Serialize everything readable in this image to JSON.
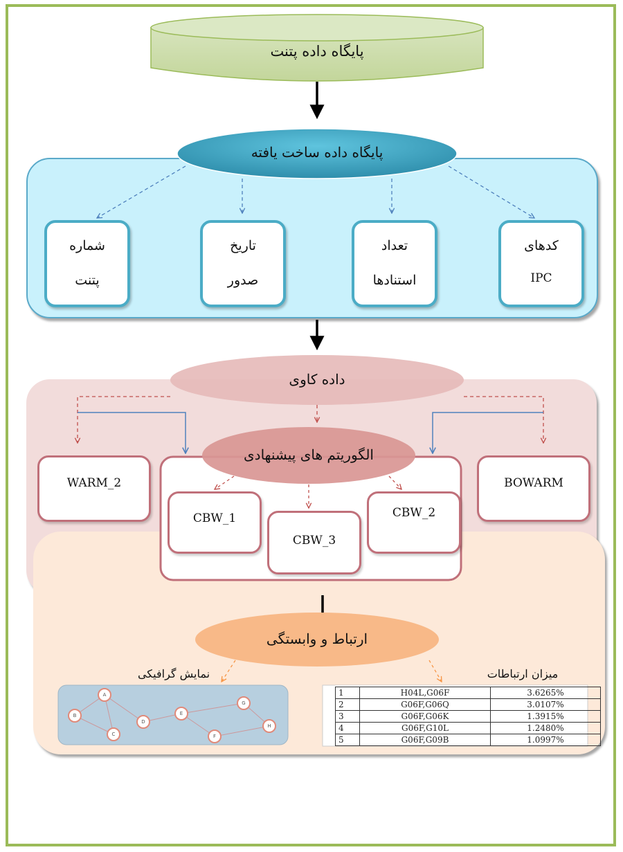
{
  "database": {
    "label": "پایگاه داده پتنت"
  },
  "structured_db": {
    "label": "پایگاه داده ساخت یافته"
  },
  "fields": [
    {
      "line1": "شماره",
      "line2": "پتنت"
    },
    {
      "line1": "تاریخ",
      "line2": "صدور"
    },
    {
      "line1": "تعداد",
      "line2": "استنادها"
    },
    {
      "line1": "کدهای",
      "line2": "IPC"
    }
  ],
  "data_mining": {
    "label": "داده کاوی"
  },
  "proposed": {
    "label": "الگوریتم های پیشنهادی"
  },
  "algorithms": {
    "warm2": "WARM_2",
    "bowarm": "BOWARM",
    "cbw1": "CBW_1",
    "cbw2": "CBW_2",
    "cbw3": "CBW_3"
  },
  "association": {
    "label": "ارتباط و وابستگی"
  },
  "graphic": {
    "title": "نمایش گرافیکی",
    "nodes": [
      "A",
      "B",
      "C",
      "D",
      "E",
      "F",
      "G",
      "H"
    ]
  },
  "relations": {
    "title": "میزان ارتباطات",
    "rows": [
      {
        "n": "1",
        "pair": "H04L,G06F",
        "value": "3.6265%"
      },
      {
        "n": "2",
        "pair": "G06F,G06Q",
        "value": "3.0107%"
      },
      {
        "n": "3",
        "pair": "G06F,G06K",
        "value": "1.3915%"
      },
      {
        "n": "4",
        "pair": "G06F,G10L",
        "value": "1.2480%"
      },
      {
        "n": "5",
        "pair": "G06F,G09B",
        "value": "1.0997%"
      }
    ]
  },
  "colors": {
    "frame": "#9bbb59",
    "database_fill": "#d7e4bd",
    "structured_fill": "#4bacc6",
    "blue_pane": "#c9f1fc",
    "red_pane": "#f2dcdb",
    "red_ellipse": "#e6b9b8",
    "orange_pane": "#fde9d9",
    "orange_ellipse": "#f8b988"
  }
}
